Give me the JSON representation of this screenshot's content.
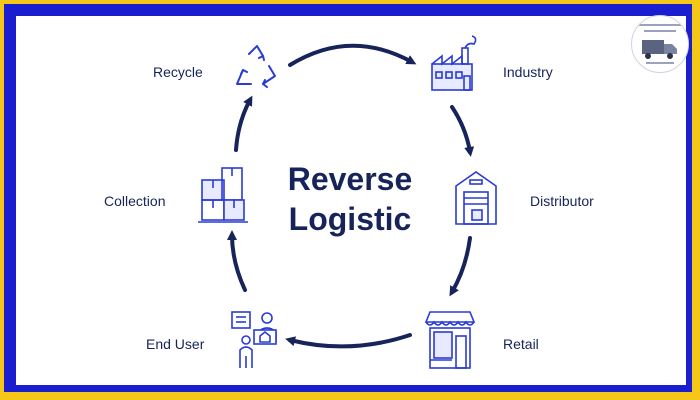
{
  "title_line1": "Reverse",
  "title_line2": "Logistic",
  "nodes": {
    "recycle": "Recycle",
    "industry": "Industry",
    "distributor": "Distributor",
    "retail": "Retail",
    "end_user": "End User",
    "collection": "Collection"
  },
  "colors": {
    "navy": "#16245a",
    "icon_blue": "#2a3bd6",
    "frame_yellow": "#f5c718",
    "frame_blue": "#1a1ecf"
  },
  "icons": [
    "recycle-icon",
    "factory-icon",
    "warehouse-icon",
    "shop-icon",
    "user-desk-icon",
    "boxes-icon"
  ]
}
